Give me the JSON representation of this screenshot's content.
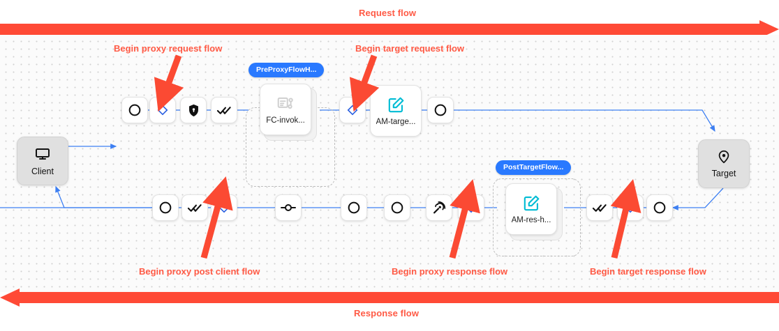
{
  "flow_bars": {
    "request_label": "Request flow",
    "response_label": "Response flow",
    "color": "#ff4a36",
    "label_color": "#ff5a45"
  },
  "annotations": [
    {
      "id": "begin-proxy-request-flow",
      "label": "Begin proxy request flow"
    },
    {
      "id": "begin-target-request-flow",
      "label": "Begin target request flow"
    },
    {
      "id": "begin-proxy-post-client-flow",
      "label": "Begin proxy post client flow"
    },
    {
      "id": "begin-proxy-response-flow",
      "label": "Begin proxy response flow"
    },
    {
      "id": "begin-target-response-flow",
      "label": "Begin target response flow"
    }
  ],
  "endpoints": {
    "client": {
      "label": "Client",
      "icon": "monitor-icon"
    },
    "target": {
      "label": "Target",
      "icon": "location-pin-icon"
    }
  },
  "flow_groups": [
    {
      "id": "pre-proxy-flow-hook",
      "pill_label": "PreProxyFlowH..."
    },
    {
      "id": "post-target-flow-hook",
      "pill_label": "PostTargetFlow..."
    }
  ],
  "policy_nodes": [
    {
      "id": "fc-invoke",
      "label": "FC-invok...",
      "icon": "flow-callout-icon",
      "icon_color": "#cfcfcf"
    },
    {
      "id": "am-target",
      "label": "AM-targe...",
      "icon": "edit-square-icon",
      "icon_color": "#00bcd4"
    },
    {
      "id": "am-res-header",
      "label": "AM-res-h...",
      "icon": "edit-square-icon",
      "icon_color": "#00bcd4"
    }
  ],
  "request_row_steps": [
    {
      "id": "req-step-1",
      "icon": "circle-icon"
    },
    {
      "id": "req-step-2",
      "icon": "diamond-icon"
    },
    {
      "id": "req-step-3",
      "icon": "shield-lock-icon"
    },
    {
      "id": "req-step-4",
      "icon": "double-check-icon"
    },
    {
      "id": "req-step-5",
      "icon": "diamond-icon"
    },
    {
      "id": "req-step-6",
      "icon": "circle-icon"
    }
  ],
  "response_row_steps": [
    {
      "id": "res-step-1",
      "icon": "circle-icon"
    },
    {
      "id": "res-step-2",
      "icon": "double-check-icon"
    },
    {
      "id": "res-step-3",
      "icon": "diamond-icon"
    },
    {
      "id": "res-step-4",
      "icon": "junction-icon"
    },
    {
      "id": "res-step-5",
      "icon": "circle-icon"
    },
    {
      "id": "res-step-6",
      "icon": "circle-icon"
    },
    {
      "id": "res-step-7",
      "icon": "antenna-icon"
    },
    {
      "id": "res-step-8",
      "icon": "diamond-icon"
    },
    {
      "id": "res-step-9",
      "icon": "double-check-icon"
    },
    {
      "id": "res-step-10",
      "icon": "diamond-icon"
    },
    {
      "id": "res-step-11",
      "icon": "circle-icon"
    }
  ],
  "colors": {
    "wire": "#3d7ff2",
    "accent_blue": "#2979ff",
    "diamond_blue": "#2a5fe0",
    "canvas_bg": "#fbfbfb",
    "dot_grid": "#d2d2d2"
  }
}
